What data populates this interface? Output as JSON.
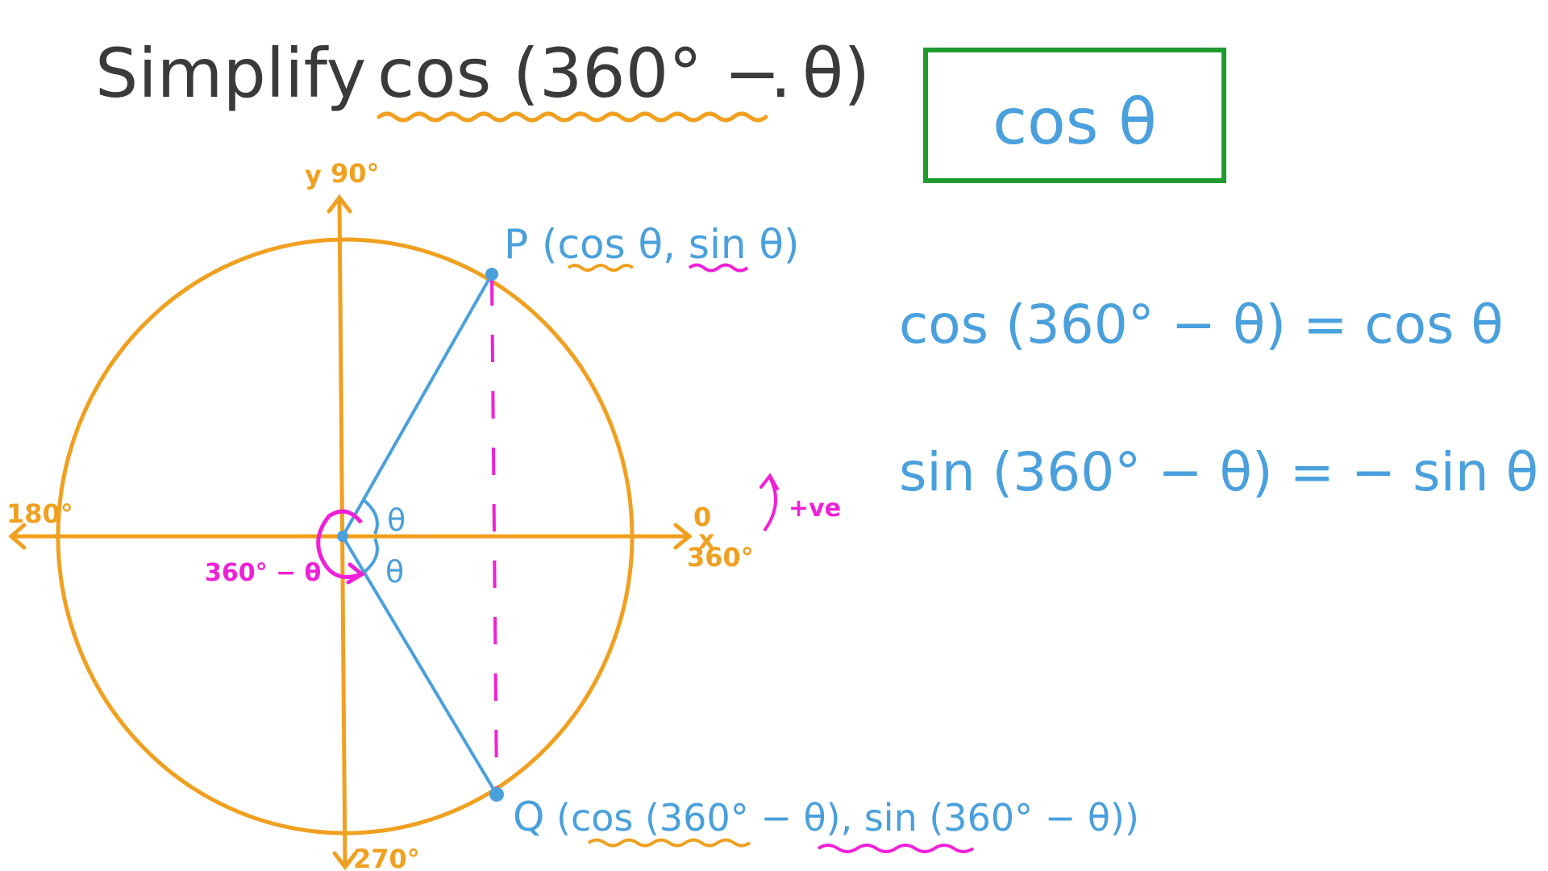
{
  "question": {
    "prefix": "Simplify",
    "expression": "cos (360° − θ)",
    "period": "."
  },
  "answer": {
    "text": "cos θ",
    "box_color": "#1f9a2e"
  },
  "identities": [
    "cos (360° − θ) =  cos θ",
    "sin (360° − θ) = − sin θ"
  ],
  "diagram": {
    "axis_y_letter": "y",
    "axis_y_angle": "90°",
    "axis_x_letter": "x",
    "axis_x_zero": "0",
    "axis_x_angle": "360°",
    "angle_left": "180°",
    "angle_bottom": "270°",
    "angle_theta_upper": "θ",
    "angle_theta_lower": "θ",
    "angle_reflex": "360° − θ",
    "direction_label": "+ve",
    "point_p": {
      "letter": "P",
      "coords": "(cos θ, sin θ)",
      "cos_part": "cos θ",
      "sin_part": "sin θ"
    },
    "point_q": {
      "letter": "Q",
      "coords": "(cos (360° − θ), sin (360° − θ))",
      "cos_part": "cos (360° − θ)",
      "sin_part": "sin (360° − θ)"
    }
  },
  "colors": {
    "circle": "#f0a020",
    "axes": "#f0a020",
    "radius": "#4aa0dc",
    "dashed": "#f020d8",
    "title_text": "#3a3a3a",
    "blue_text": "#4aa0dc",
    "pink": "#f020d8"
  }
}
